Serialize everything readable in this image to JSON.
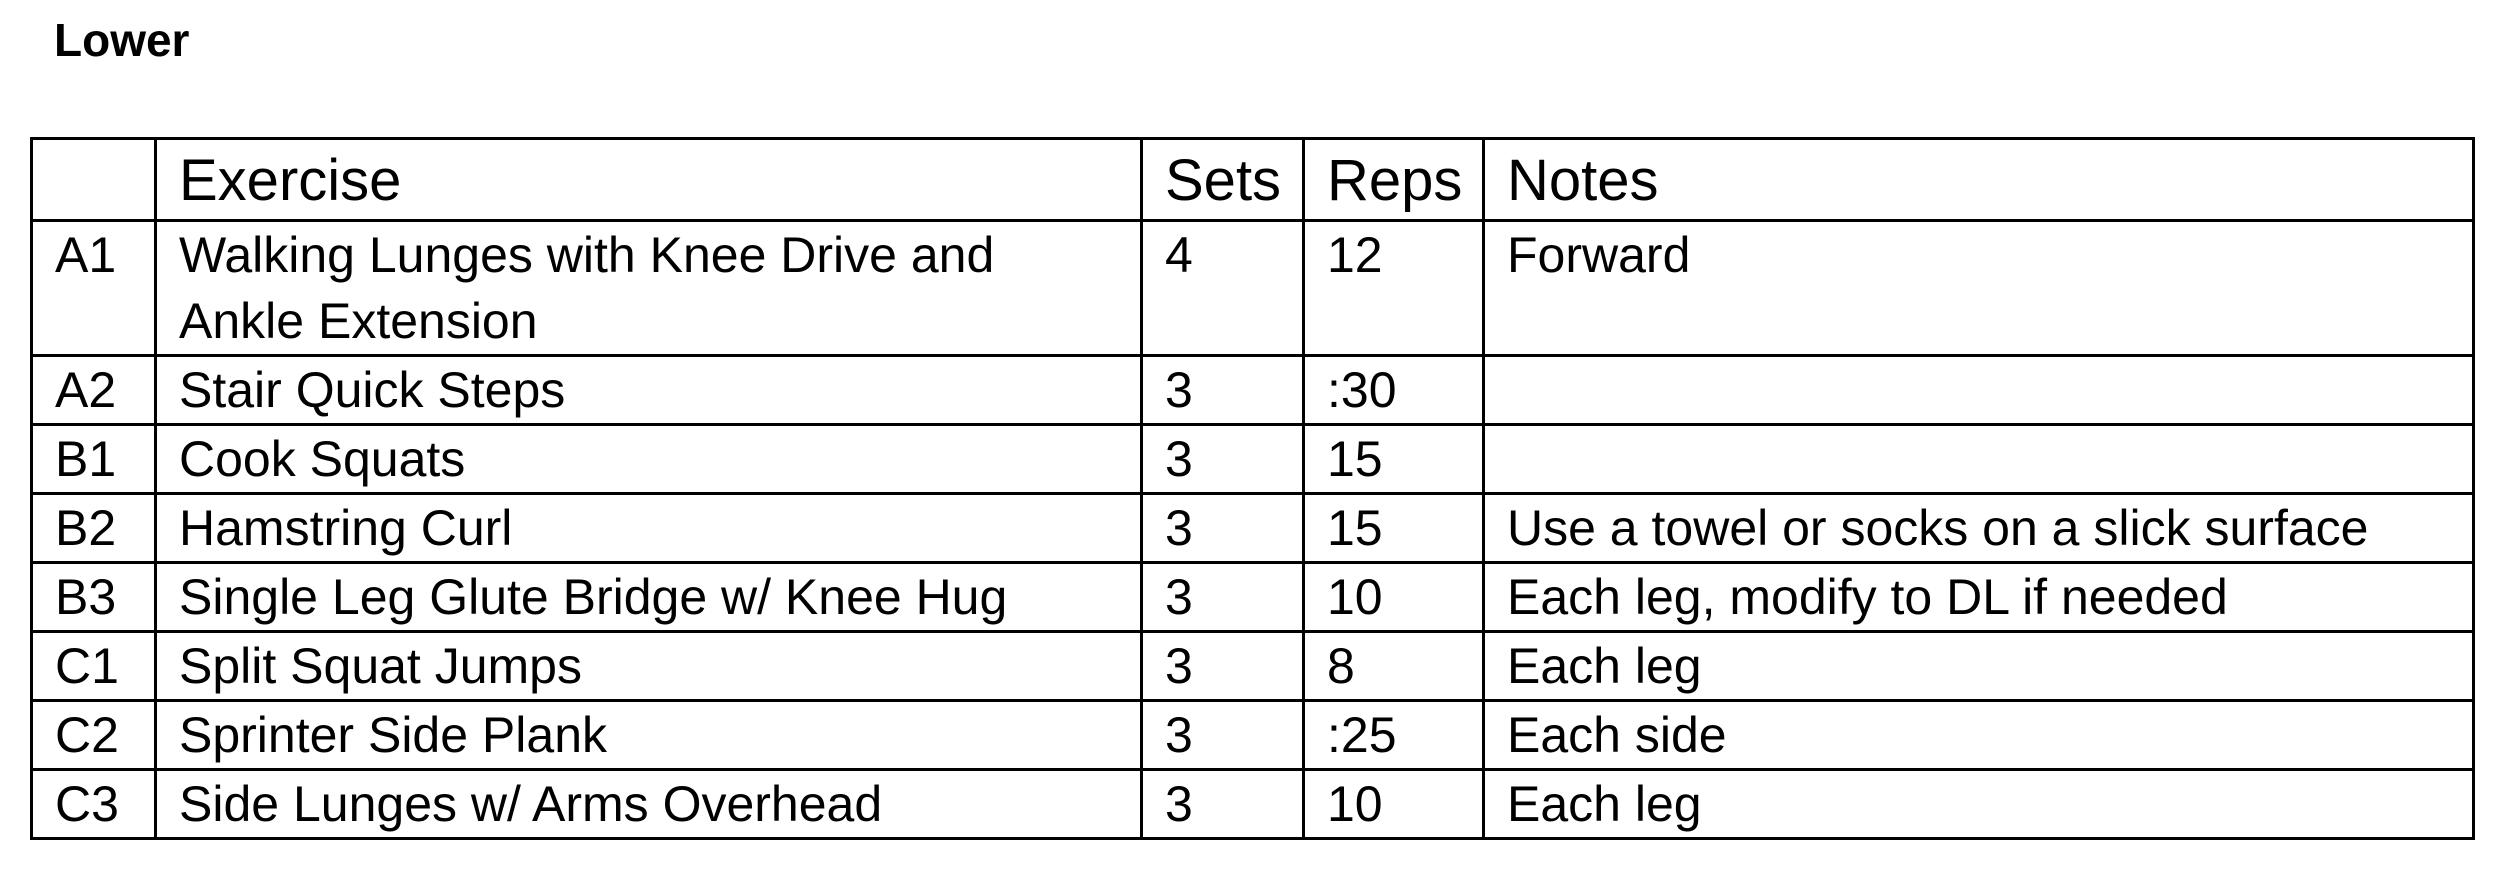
{
  "heading": "Lower",
  "table": {
    "headers": {
      "id": "",
      "exercise": "Exercise",
      "sets": "Sets",
      "reps": "Reps",
      "notes": "Notes"
    },
    "rows": [
      {
        "id": "A1",
        "exercise": "Walking Lunges with Knee Drive and Ankle Extension",
        "sets": "4",
        "reps": "12",
        "notes": "Forward"
      },
      {
        "id": "A2",
        "exercise": "Stair Quick Steps",
        "sets": "3",
        "reps": ":30",
        "notes": ""
      },
      {
        "id": "B1",
        "exercise": "Cook Squats",
        "sets": "3",
        "reps": "15",
        "notes": ""
      },
      {
        "id": "B2",
        "exercise": "Hamstring Curl",
        "sets": "3",
        "reps": "15",
        "notes": "Use a towel or socks on a slick surface"
      },
      {
        "id": "B3",
        "exercise": "Single Leg Glute Bridge w/ Knee Hug",
        "sets": "3",
        "reps": "10",
        "notes": "Each leg, modify to DL if needed"
      },
      {
        "id": "C1",
        "exercise": "Split Squat Jumps",
        "sets": "3",
        "reps": "8",
        "notes": "Each leg"
      },
      {
        "id": "C2",
        "exercise": "Sprinter Side Plank",
        "sets": "3",
        "reps": ":25",
        "notes": "Each side"
      },
      {
        "id": "C3",
        "exercise": "Side Lunges w/ Arms Overhead",
        "sets": "3",
        "reps": "10",
        "notes": "Each leg"
      }
    ]
  }
}
